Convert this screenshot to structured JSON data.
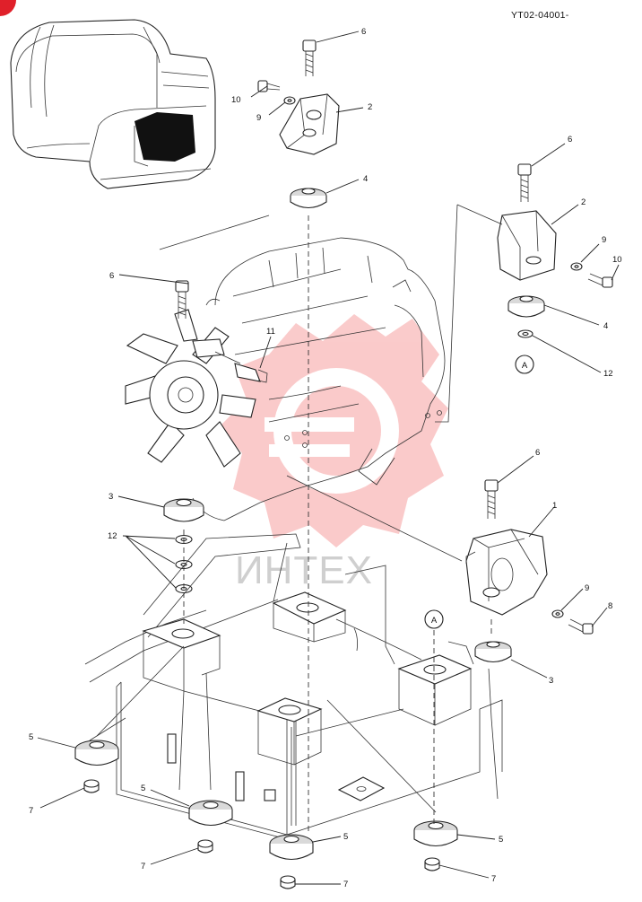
{
  "header": {
    "code": "YT02-04001-"
  },
  "watermark": {
    "text": "ИНТЕХ",
    "color": "#f26b6b"
  },
  "callouts": {
    "c6a": "6",
    "c10a": "10",
    "c9a": "9",
    "c2a": "2",
    "c4a": "4",
    "c6b": "6",
    "c2b": "2",
    "c9b": "9",
    "c10b": "10",
    "c4b": "4",
    "c12b": "12",
    "c6c": "6",
    "c11": "11",
    "c3a": "3",
    "c12a": "12",
    "c6d": "6",
    "c1": "1",
    "c9c": "9",
    "c8": "8",
    "c3b": "3",
    "c5a": "5",
    "c7a": "7",
    "c5b": "5",
    "c7b": "7",
    "c5c": "5",
    "c7c": "7",
    "c5d": "5",
    "c7d": "7"
  },
  "refs": {
    "a_upper": "A",
    "a_lower": "A"
  },
  "corner_marker_color": "#e0202a"
}
